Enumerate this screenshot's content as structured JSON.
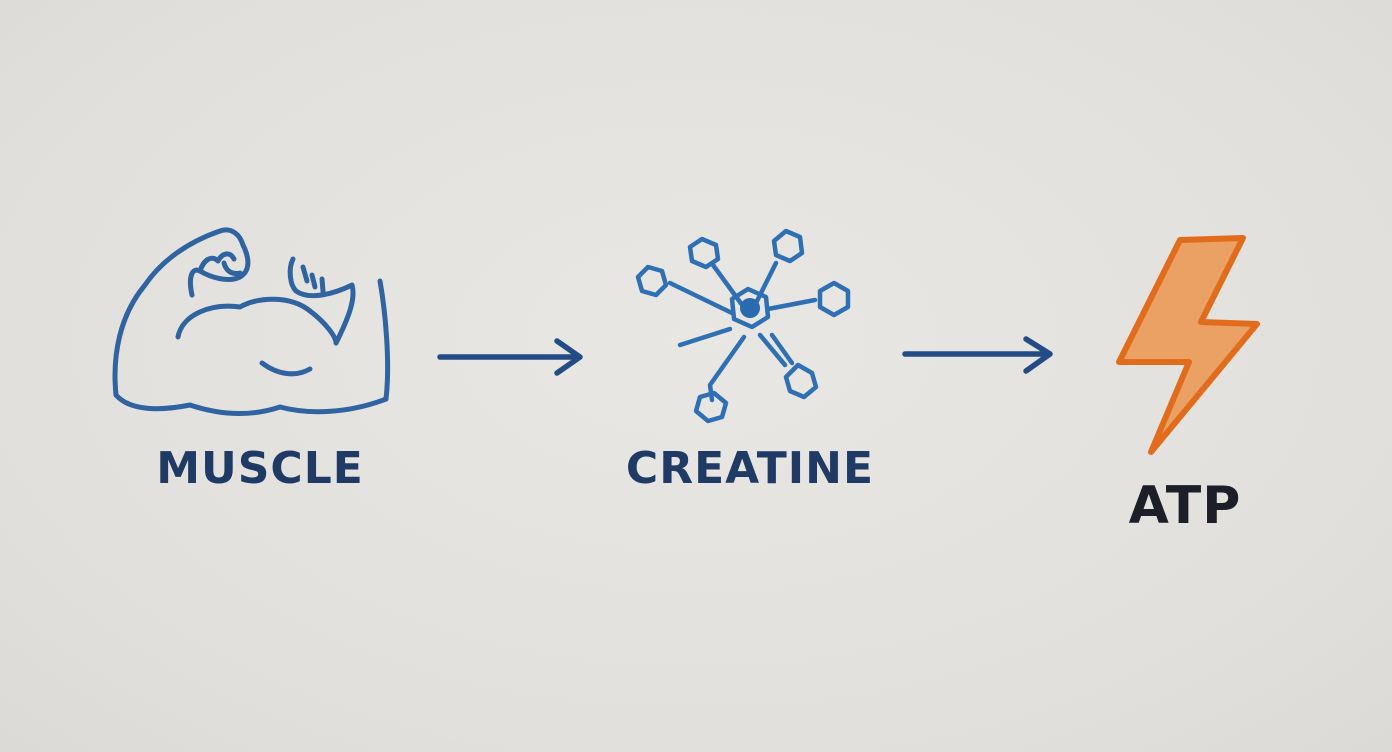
{
  "diagram": {
    "nodes": [
      {
        "id": "muscle",
        "label": "MUSCLE",
        "icon": "flexed-arm-icon"
      },
      {
        "id": "creatine",
        "label": "CREATINE",
        "icon": "molecule-icon"
      },
      {
        "id": "atp",
        "label": "ATP",
        "icon": "lightning-bolt-icon"
      }
    ],
    "edges": [
      {
        "from": "muscle",
        "to": "creatine"
      },
      {
        "from": "creatine",
        "to": "atp"
      }
    ]
  },
  "colors": {
    "background": "#e5e3df",
    "muscle_stroke": "#2f64a0",
    "creatine_stroke": "#2f6fb3",
    "creatine_center": "#2a6bb0",
    "arrow": "#234b86",
    "label_navy": "#1f3a64",
    "atp_label": "#1c1e28",
    "bolt_fill": "#eba064",
    "bolt_stroke": "#e06c1c"
  }
}
